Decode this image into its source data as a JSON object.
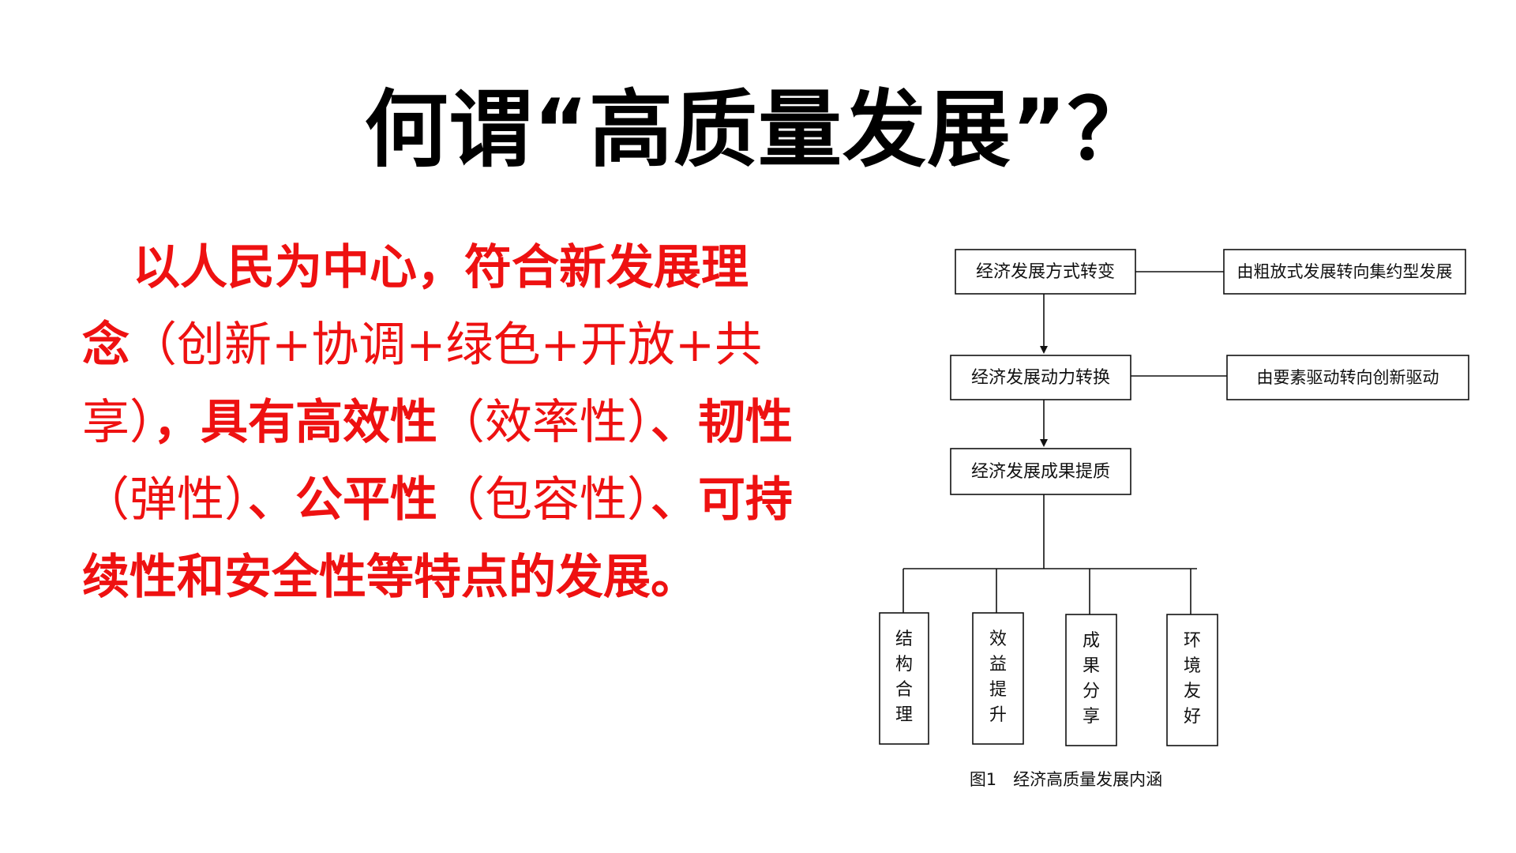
{
  "slide": {
    "title": "何谓“高质量发展”？",
    "body_segments": [
      {
        "text": "以人民为中心，符合新发展理念",
        "style": "b"
      },
      {
        "text": "（创新+协调+绿色+开放+共享）",
        "style": "n"
      },
      {
        "text": "，具有高效性",
        "style": "b"
      },
      {
        "text": "（效率性）",
        "style": "n"
      },
      {
        "text": "、韧性",
        "style": "b"
      },
      {
        "text": "（弹性）",
        "style": "n"
      },
      {
        "text": "、公平性",
        "style": "b"
      },
      {
        "text": "（包容性）",
        "style": "n"
      },
      {
        "text": "、可持续性和安全性等特点的发展。",
        "style": "b"
      }
    ],
    "text_color": "#ee1111"
  },
  "diagram": {
    "main_boxes": [
      "经济发展方式转变",
      "经济发展动力转换",
      "经济发展成果提质"
    ],
    "side_boxes": [
      "由粗放式发展转向集约型发展",
      "由要素驱动转向创新驱动"
    ],
    "bottom_boxes": [
      [
        "结",
        "构",
        "合",
        "理"
      ],
      [
        "效",
        "益",
        "提",
        "升"
      ],
      [
        "成",
        "果",
        "分",
        "享"
      ],
      [
        "环",
        "境",
        "友",
        "好"
      ]
    ],
    "caption": "图1　经济高质量发展内涵"
  }
}
